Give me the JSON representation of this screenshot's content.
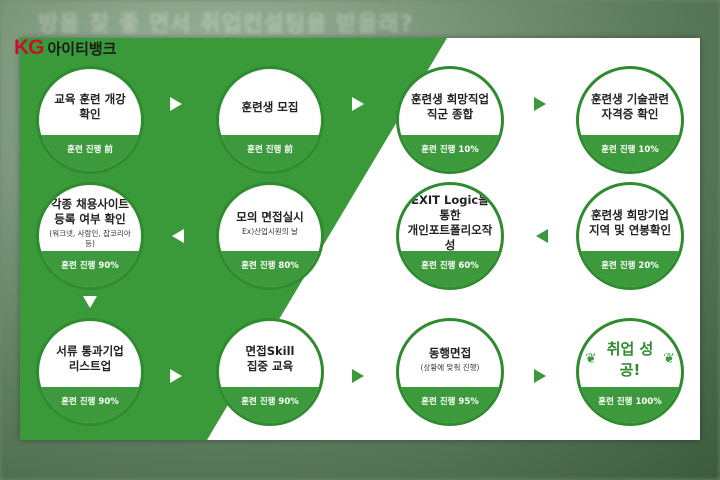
{
  "header": {
    "background_headline": "방을 찾 좋 면서 취업컨설팅을 받을래?",
    "logo_mark": "KG",
    "logo_text": "아이티뱅크"
  },
  "colors": {
    "green": "#3a9a3a",
    "band": "#3c9a3c",
    "logo_red": "#c8102e"
  },
  "steps": [
    {
      "title": "교육 훈련 개강\n확인",
      "sub": "",
      "status": "훈련 진행 前"
    },
    {
      "title": "훈련생 모집",
      "sub": "",
      "status": "훈련 진행 前"
    },
    {
      "title": "훈련생 희망직업\n직군 종합",
      "sub": "",
      "status": "훈련 진행 10%"
    },
    {
      "title": "훈련생 기술관련\n자격증 확인",
      "sub": "",
      "status": "훈련 진행 10%"
    },
    {
      "title": "훈련생 희망기업\n지역 및 연봉확인",
      "sub": "",
      "status": "훈련 진행 20%"
    },
    {
      "title": "EXIT Logic을 통한\n개인포트폴리오작성",
      "sub": "",
      "status": "훈련 진행 60%"
    },
    {
      "title": "모의 면접실시",
      "sub": "Ex)산업시원의 날",
      "status": "훈련 진행 80%"
    },
    {
      "title": "각종 채용사이트\n등록 여부 확인",
      "sub": "(워크넷, 사람인, 잡코리아 등)",
      "status": "훈련 진행 90%"
    },
    {
      "title": "서류 통과기업\n리스트업",
      "sub": "",
      "status": "훈련 진행 90%"
    },
    {
      "title": "면접Skill\n집중 교육",
      "sub": "",
      "status": "훈련 진행 90%"
    },
    {
      "title": "동행면접",
      "sub": "(상황에 맞춰 진행)",
      "status": "훈련 진행 95%"
    },
    {
      "title": "취업 성공!",
      "sub": "",
      "status": "훈련 진행 100%"
    }
  ]
}
